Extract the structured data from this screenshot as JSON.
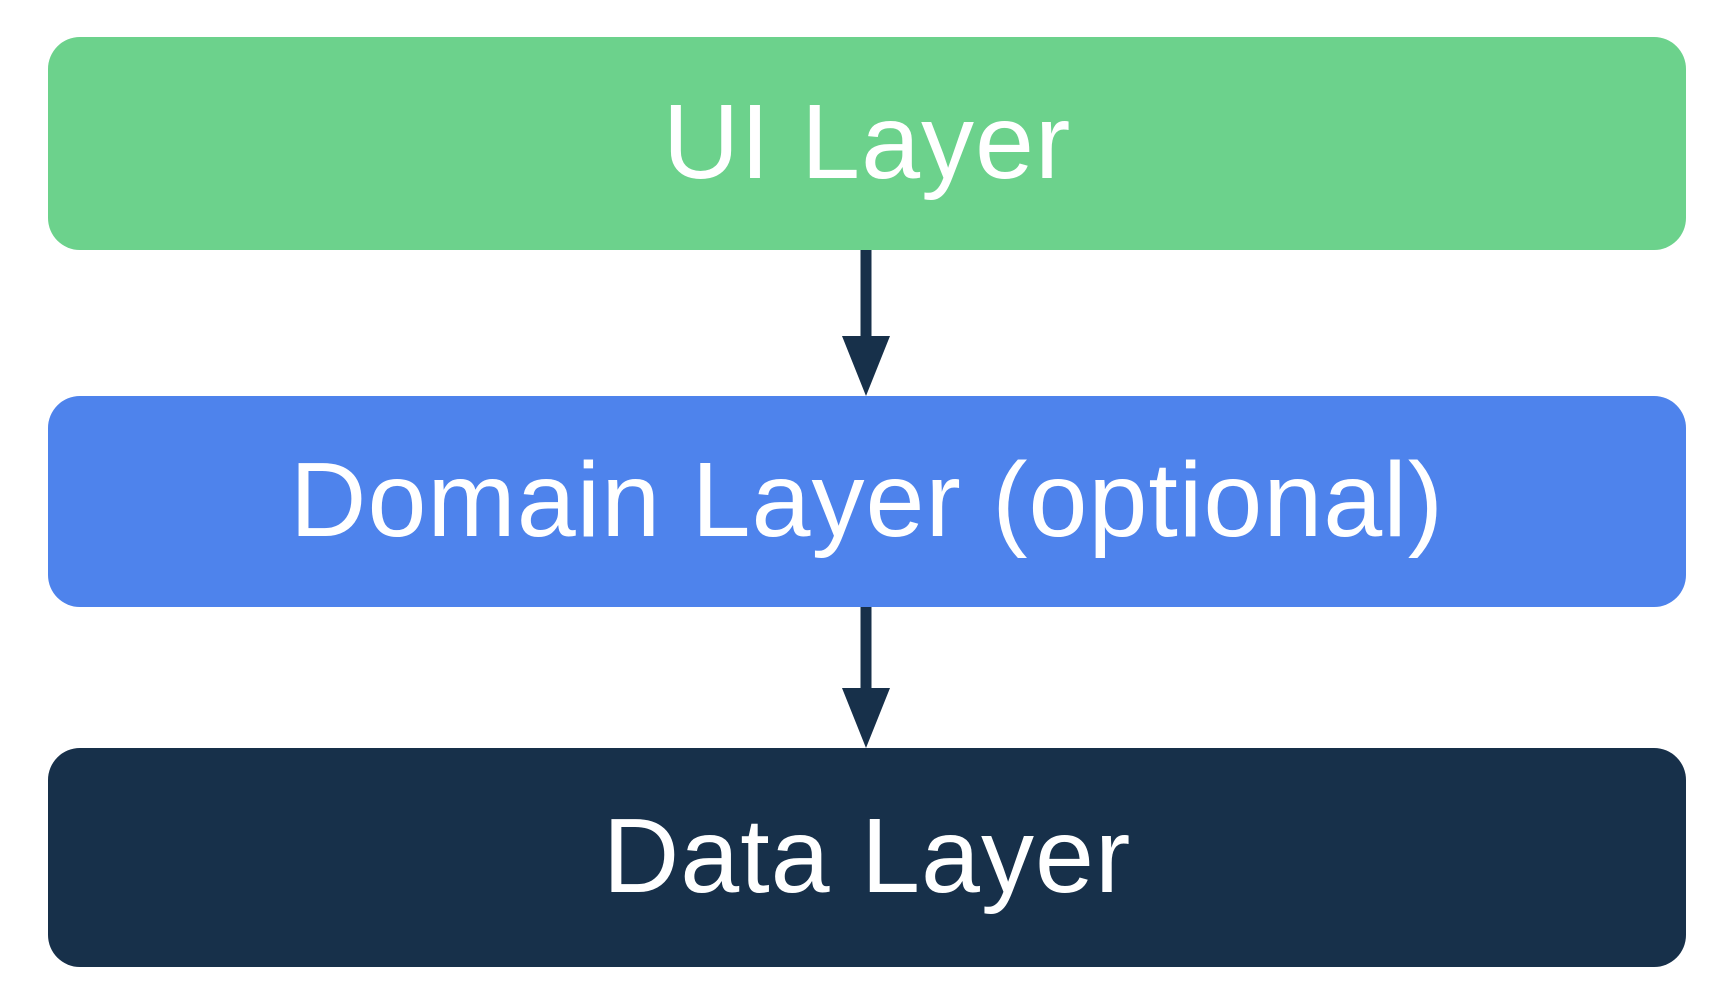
{
  "diagram": {
    "description": "App architecture layers diagram",
    "background_color": "#ffffff",
    "text_color": "#ffffff",
    "arrow_color": "#17304a",
    "boxes": [
      {
        "id": "ui-layer",
        "label": "UI Layer",
        "color": "#6cd28c"
      },
      {
        "id": "domain-layer",
        "label": "Domain Layer (optional)",
        "color": "#4e83ec"
      },
      {
        "id": "data-layer",
        "label": "Data Layer",
        "color": "#17304a"
      }
    ],
    "connections": [
      {
        "from": "ui-layer",
        "to": "domain-layer",
        "style": "arrow-down"
      },
      {
        "from": "domain-layer",
        "to": "data-layer",
        "style": "arrow-down"
      }
    ]
  }
}
